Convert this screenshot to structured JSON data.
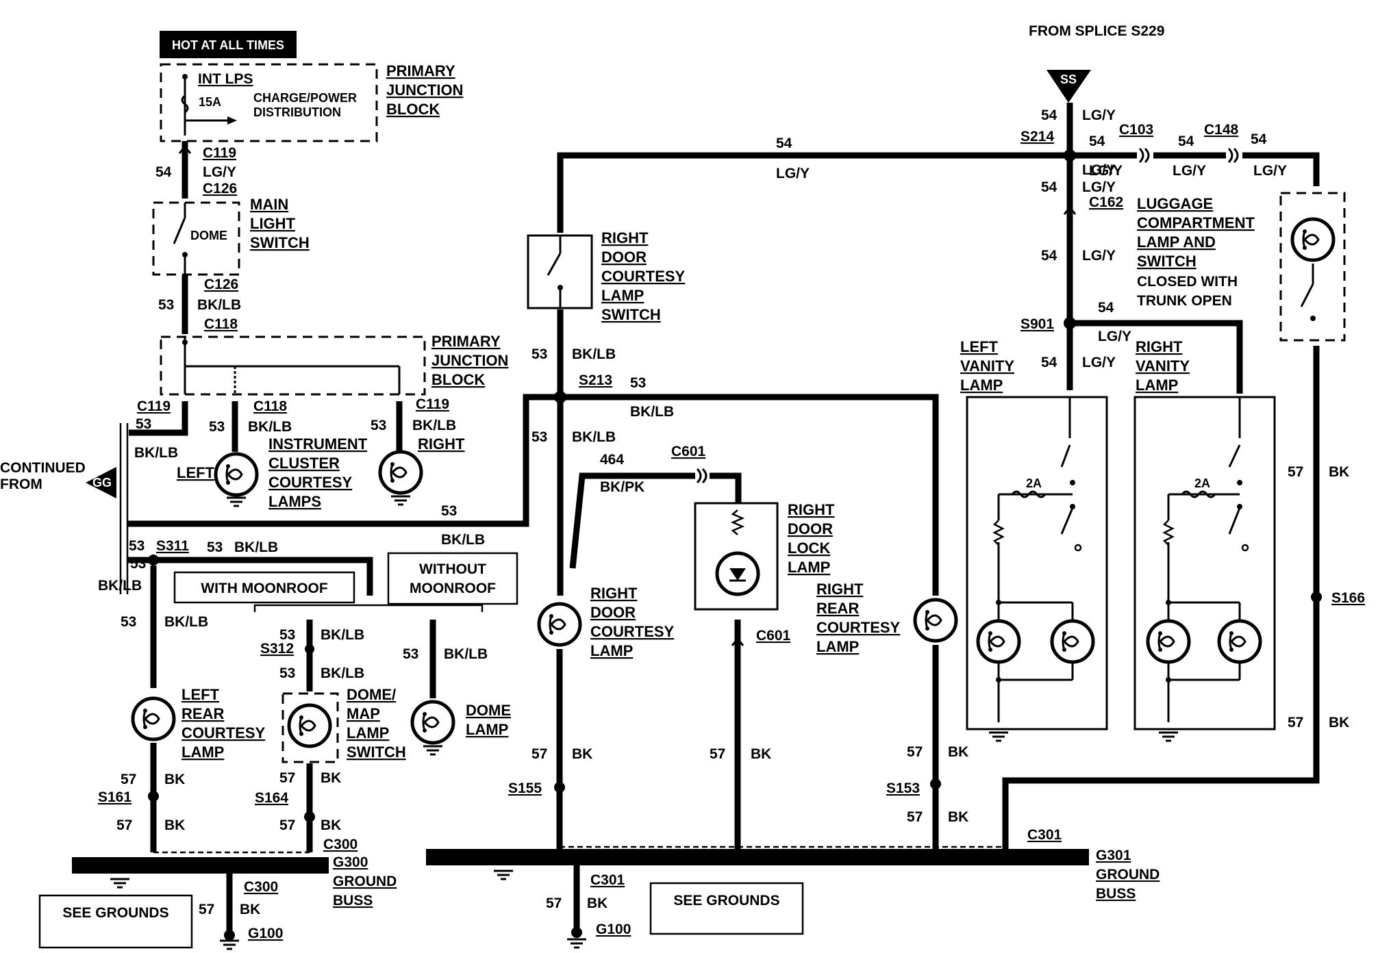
{
  "header": {
    "hot_label": "HOT AT ALL TIMES",
    "from_splice": "FROM SPLICE S229"
  },
  "top_left": {
    "int_lps": "INT LPS",
    "fuse_rating": "15A",
    "charge_power": [
      "CHARGE/POWER",
      "DISTRIBUTION"
    ],
    "pjb_1": [
      "PRIMARY",
      "JUNCTION",
      "BLOCK"
    ],
    "main_light_switch": [
      "MAIN",
      "LIGHT",
      "SWITCH"
    ],
    "dome_label": "DOME",
    "pjb_2": [
      "PRIMARY",
      "JUNCTION",
      "BLOCK"
    ]
  },
  "connectors": {
    "c119": "C119",
    "c126": "C126",
    "c118": "C118",
    "c103": "C103",
    "c148": "C148",
    "c162": "C162",
    "c601": "C601",
    "c300": "C300",
    "c301": "C301",
    "s214": "S214",
    "s213": "S213",
    "s311": "S311",
    "s312": "S312",
    "s901": "S901",
    "s161": "S161",
    "s164": "S164",
    "s155": "S155",
    "s153": "S153",
    "s166": "S166",
    "g100": "G100",
    "g300": "G300",
    "g301": "G301"
  },
  "wires": {
    "c54": "54",
    "c53": "53",
    "c57": "57",
    "c464": "464",
    "lgy": "LG/Y",
    "bklb": "BK/LB",
    "bk": "BK",
    "bkpk": "BK/PK"
  },
  "left_section": {
    "continued_from": [
      "CONTINUED",
      "FROM"
    ],
    "gg_marker": "GG",
    "left_label": "LEFT",
    "right_label": "RIGHT",
    "instrument_cluster": [
      "INSTRUMENT",
      "CLUSTER",
      "COURTESY",
      "LAMPS"
    ],
    "with_moonroof": "WITH MOONROOF",
    "without_moonroof": [
      "WITHOUT",
      "MOONROOF"
    ],
    "left_rear_courtesy": [
      "LEFT",
      "REAR",
      "COURTESY",
      "LAMP"
    ],
    "dome_map_switch": [
      "DOME/",
      "MAP",
      "LAMP",
      "SWITCH"
    ],
    "dome_lamp": [
      "DOME",
      "LAMP"
    ],
    "g300_bus": [
      "GROUND",
      "BUSS"
    ],
    "see_grounds": "SEE GROUNDS"
  },
  "center_section": {
    "right_door_courtesy_switch": [
      "RIGHT",
      "DOOR",
      "COURTESY",
      "LAMP",
      "SWITCH"
    ],
    "right_door_lock_lamp": [
      "RIGHT",
      "DOOR",
      "LOCK",
      "LAMP"
    ],
    "right_door_courtesy_lamp": [
      "RIGHT",
      "DOOR",
      "COURTESY",
      "LAMP"
    ],
    "right_rear_courtesy_lamp": [
      "RIGHT",
      "REAR",
      "COURTESY",
      "LAMP"
    ],
    "g301_bus": [
      "GROUND",
      "BUSS"
    ],
    "see_grounds": "SEE GROUNDS"
  },
  "right_section": {
    "ss_marker": "SS",
    "luggage": [
      "LUGGAGE",
      "COMPARTMENT",
      "LAMP AND",
      "SWITCH"
    ],
    "luggage_note": [
      "CLOSED WITH",
      "TRUNK OPEN"
    ],
    "left_vanity": [
      "LEFT",
      "VANITY",
      "LAMP"
    ],
    "right_vanity": [
      "RIGHT",
      "VANITY",
      "LAMP"
    ],
    "vanity_fuse": "2A"
  }
}
